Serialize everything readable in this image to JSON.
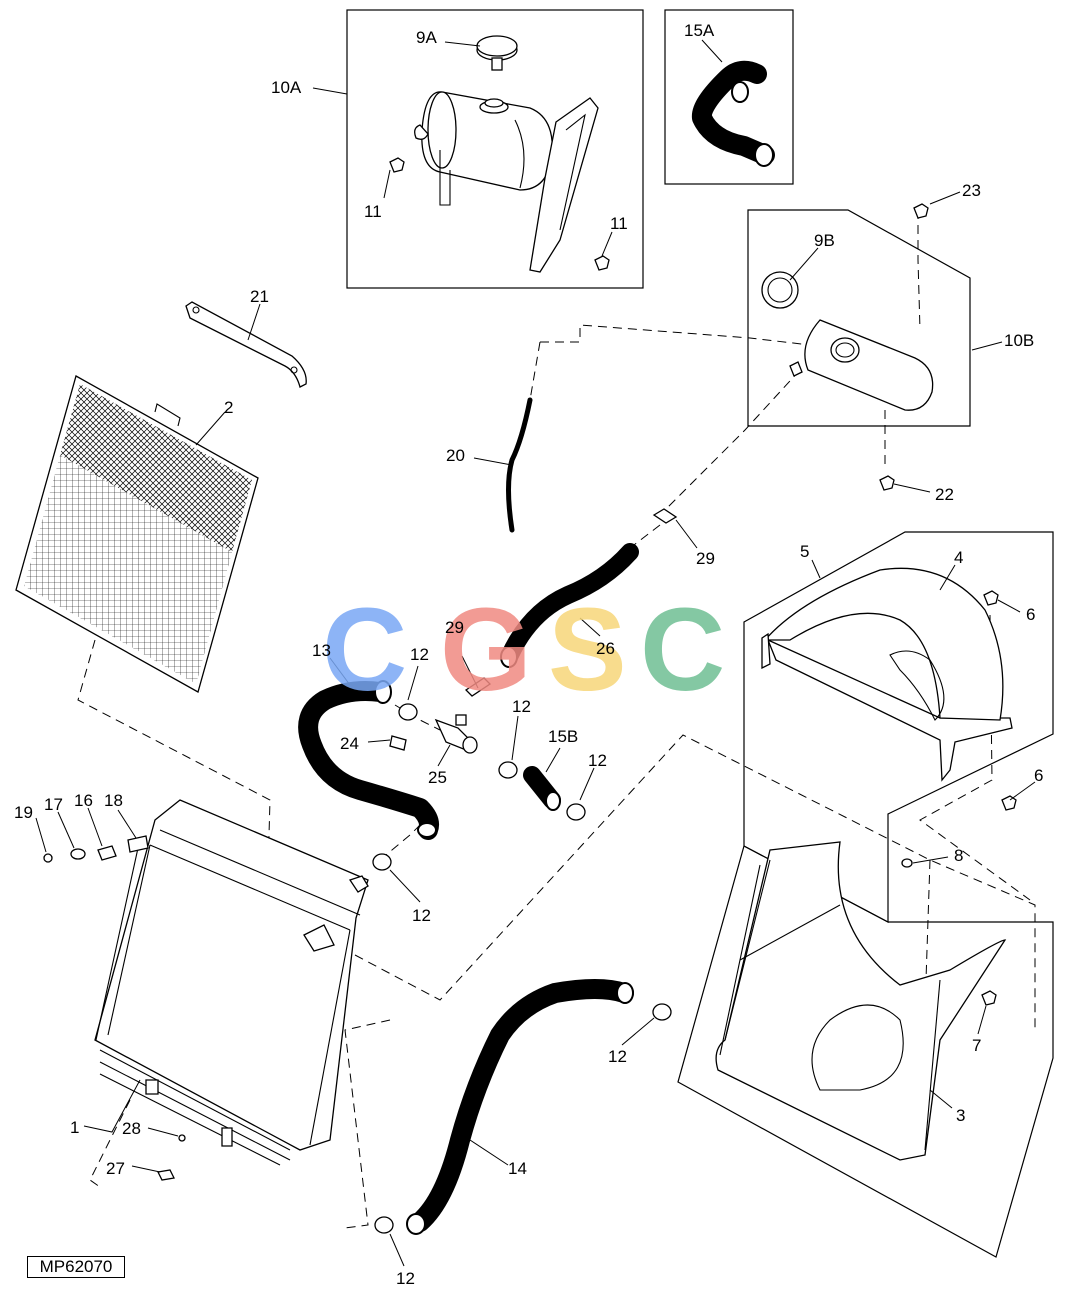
{
  "figure_id": "MP62070",
  "watermark": {
    "letters": [
      "C",
      "G",
      "S",
      "C"
    ],
    "colors": [
      "#7aa8f5",
      "#f08a82",
      "#f7d77a",
      "#6fbf93"
    ]
  },
  "callouts": [
    {
      "id": "c-10A",
      "text": "10A"
    },
    {
      "id": "c-9A",
      "text": "9A"
    },
    {
      "id": "c-11a",
      "text": "11"
    },
    {
      "id": "c-11b",
      "text": "11"
    },
    {
      "id": "c-15A",
      "text": "15A"
    },
    {
      "id": "c-21",
      "text": "21"
    },
    {
      "id": "c-2",
      "text": "2"
    },
    {
      "id": "c-23",
      "text": "23"
    },
    {
      "id": "c-9B",
      "text": "9B"
    },
    {
      "id": "c-10B",
      "text": "10B"
    },
    {
      "id": "c-20",
      "text": "20"
    },
    {
      "id": "c-22",
      "text": "22"
    },
    {
      "id": "c-29a",
      "text": "29"
    },
    {
      "id": "c-5",
      "text": "5"
    },
    {
      "id": "c-4",
      "text": "4"
    },
    {
      "id": "c-6a",
      "text": "6"
    },
    {
      "id": "c-26",
      "text": "26"
    },
    {
      "id": "c-13",
      "text": "13"
    },
    {
      "id": "c-12a",
      "text": "12"
    },
    {
      "id": "c-29b",
      "text": "29"
    },
    {
      "id": "c-12b",
      "text": "12"
    },
    {
      "id": "c-15B",
      "text": "15B"
    },
    {
      "id": "c-24",
      "text": "24"
    },
    {
      "id": "c-25",
      "text": "25"
    },
    {
      "id": "c-12c",
      "text": "12"
    },
    {
      "id": "c-6b",
      "text": "6"
    },
    {
      "id": "c-19",
      "text": "19"
    },
    {
      "id": "c-17",
      "text": "17"
    },
    {
      "id": "c-16",
      "text": "16"
    },
    {
      "id": "c-18",
      "text": "18"
    },
    {
      "id": "c-8",
      "text": "8"
    },
    {
      "id": "c-12d",
      "text": "12"
    },
    {
      "id": "c-7",
      "text": "7"
    },
    {
      "id": "c-12e",
      "text": "12"
    },
    {
      "id": "c-3",
      "text": "3"
    },
    {
      "id": "c-1",
      "text": "1"
    },
    {
      "id": "c-28",
      "text": "28"
    },
    {
      "id": "c-14",
      "text": "14"
    },
    {
      "id": "c-27",
      "text": "27"
    },
    {
      "id": "c-12f",
      "text": "12"
    }
  ]
}
